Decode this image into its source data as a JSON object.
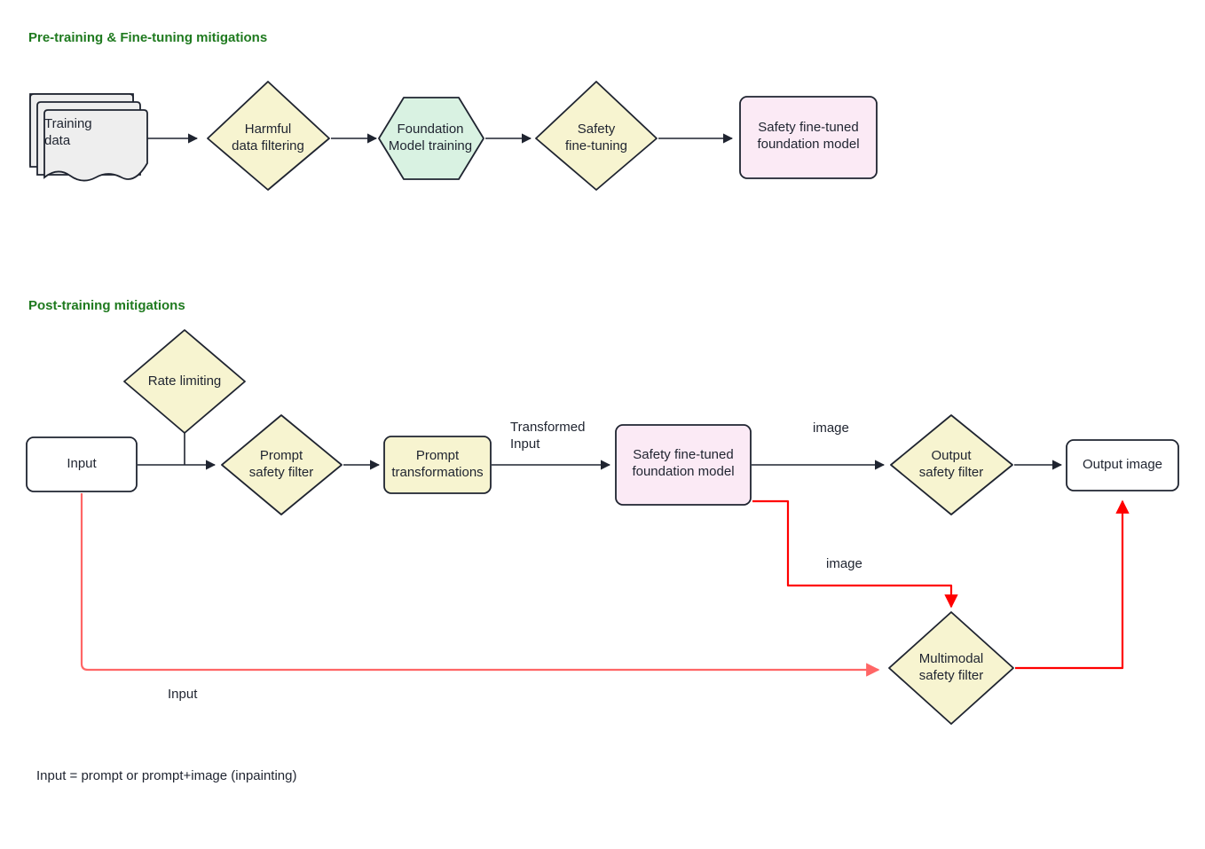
{
  "sections": [
    {
      "id": "pretraining",
      "title": "Pre-training & Fine-tuning mitigations"
    },
    {
      "id": "posttraining",
      "title": "Post-training mitigations"
    }
  ],
  "colors": {
    "section_title": "#1f7a1f",
    "stroke": "#1f2430",
    "yellow_fill": "#f7f4d0",
    "green_fill": "#d9f2e2",
    "pink_fill": "#fbeaf5",
    "gray_fill": "#eeeeee",
    "white_fill": "#ffffff",
    "red_edge": "#ff0000",
    "red_edge_light": "#ff6666",
    "text": "#1f2430"
  },
  "pretraining_nodes": [
    {
      "id": "training-data",
      "label": "Training\ndata",
      "shape": "document-stack",
      "fill": "#eeeeee"
    },
    {
      "id": "harmful-data-filtering",
      "label": "Harmful\ndata filtering",
      "shape": "diamond",
      "fill": "#f7f4d0"
    },
    {
      "id": "foundation-model-training",
      "label": "Foundation\nModel training",
      "shape": "hexagon",
      "fill": "#d9f2e2"
    },
    {
      "id": "safety-fine-tuning",
      "label": "Safety\nfine-tuning",
      "shape": "diamond",
      "fill": "#f7f4d0"
    },
    {
      "id": "safety-fine-tuned-foundation-model-top",
      "label": "Safety fine-tuned\nfoundation model",
      "shape": "rounded-rect",
      "fill": "#fbeaf5"
    }
  ],
  "posttraining_nodes": [
    {
      "id": "rate-limiting",
      "label": "Rate limiting",
      "shape": "diamond",
      "fill": "#f7f4d0"
    },
    {
      "id": "input",
      "label": "Input",
      "shape": "rounded-rect",
      "fill": "#ffffff"
    },
    {
      "id": "prompt-safety-filter",
      "label": "Prompt\nsafety filter",
      "shape": "diamond",
      "fill": "#f7f4d0"
    },
    {
      "id": "prompt-transformations",
      "label": "Prompt\ntransformations",
      "shape": "rounded-rect",
      "fill": "#f7f4d0"
    },
    {
      "id": "safety-fine-tuned-foundation-model",
      "label": "Safety fine-tuned\nfoundation model",
      "shape": "rounded-rect",
      "fill": "#fbeaf5"
    },
    {
      "id": "output-safety-filter",
      "label": "Output\nsafety filter",
      "shape": "diamond",
      "fill": "#f7f4d0"
    },
    {
      "id": "output-image",
      "label": "Output image",
      "shape": "rounded-rect",
      "fill": "#ffffff"
    },
    {
      "id": "multimodal-safety-filter",
      "label": "Multimodal\nsafety filter",
      "shape": "diamond",
      "fill": "#f7f4d0"
    }
  ],
  "edge_labels": [
    {
      "id": "transformed-input",
      "text": "Transformed\nInput"
    },
    {
      "id": "image-to-output-filter",
      "text": "image"
    },
    {
      "id": "image-to-multimodal-filter",
      "text": "image"
    },
    {
      "id": "input-to-multimodal-filter",
      "text": "Input"
    }
  ],
  "footnote": "Input = prompt or prompt+image (inpainting)"
}
